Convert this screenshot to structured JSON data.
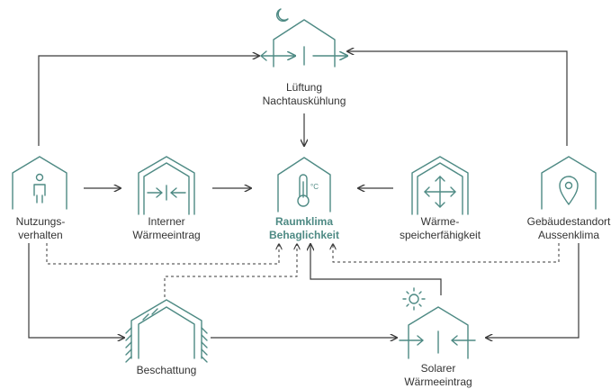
{
  "colors": {
    "teal": "#4e8a84",
    "text": "#333333",
    "arrow": "#3a3a3a"
  },
  "nodes": {
    "lueftung": {
      "line1": "Lüftung",
      "line2": "Nachtauskühlung",
      "icon": "house-moon-airflow-icon"
    },
    "nutzung": {
      "line1": "Nutzungs-",
      "line2": "verhalten",
      "icon": "house-person-icon"
    },
    "intern": {
      "line1": "Interner",
      "line2": "Wärmeeintrag",
      "icon": "house-inward-arrows-icon"
    },
    "raumklima": {
      "line1": "Raumklima",
      "line2": "Behaglichkeit",
      "icon": "house-thermometer-icon"
    },
    "speicher": {
      "line1": "Wärme-",
      "line2": "speicherfähigkeit",
      "icon": "house-four-arrows-icon"
    },
    "standort": {
      "line1": "Gebäudestandort",
      "line2": "Aussenklima",
      "icon": "house-location-pin-icon"
    },
    "beschattung": {
      "line1": "Beschattung",
      "line2": "",
      "icon": "house-shading-icon"
    },
    "solar": {
      "line1": "Solarer",
      "line2": "Wärmeeintrag",
      "icon": "house-sun-arrows-icon"
    }
  },
  "thermometer_unit": "°C"
}
